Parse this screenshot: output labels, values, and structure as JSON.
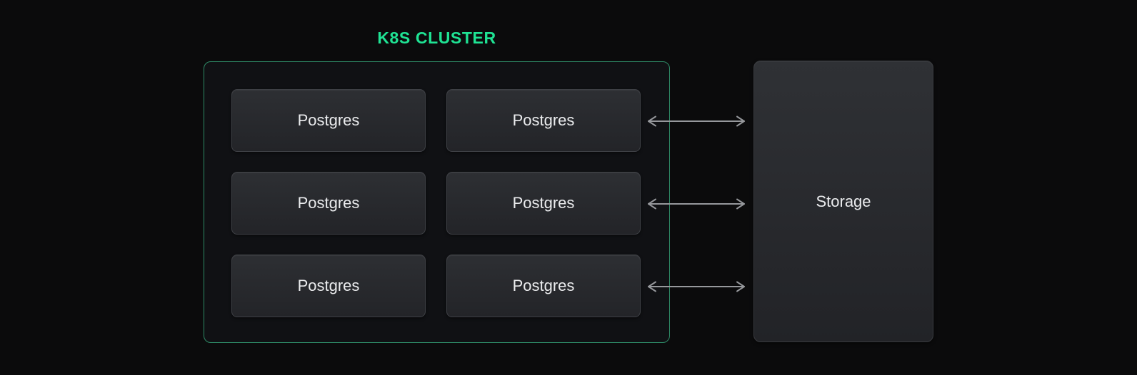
{
  "cluster": {
    "title": "K8S CLUSTER",
    "nodes": [
      {
        "label": "Postgres"
      },
      {
        "label": "Postgres"
      },
      {
        "label": "Postgres"
      },
      {
        "label": "Postgres"
      },
      {
        "label": "Postgres"
      },
      {
        "label": "Postgres"
      }
    ]
  },
  "storage": {
    "label": "Storage"
  },
  "connections": {
    "type": "bidirectional-arrow",
    "count": 3
  },
  "colors": {
    "background": "#0b0b0c",
    "cluster_border": "#2e8a66",
    "title_green": "#1fe394",
    "node_background_top": "#2d2f33",
    "node_background_bottom": "#232428",
    "node_border": "#3e4045",
    "node_text": "#ebecee",
    "arrow_gray": "#96989c"
  }
}
